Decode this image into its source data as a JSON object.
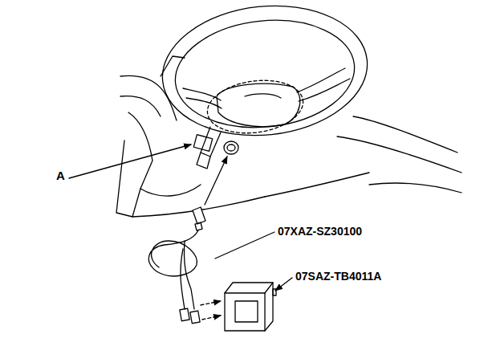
{
  "diagram": {
    "labels": [
      "A",
      "07XAZ-SZ30100",
      "07SAZ-TB4011A"
    ]
  }
}
